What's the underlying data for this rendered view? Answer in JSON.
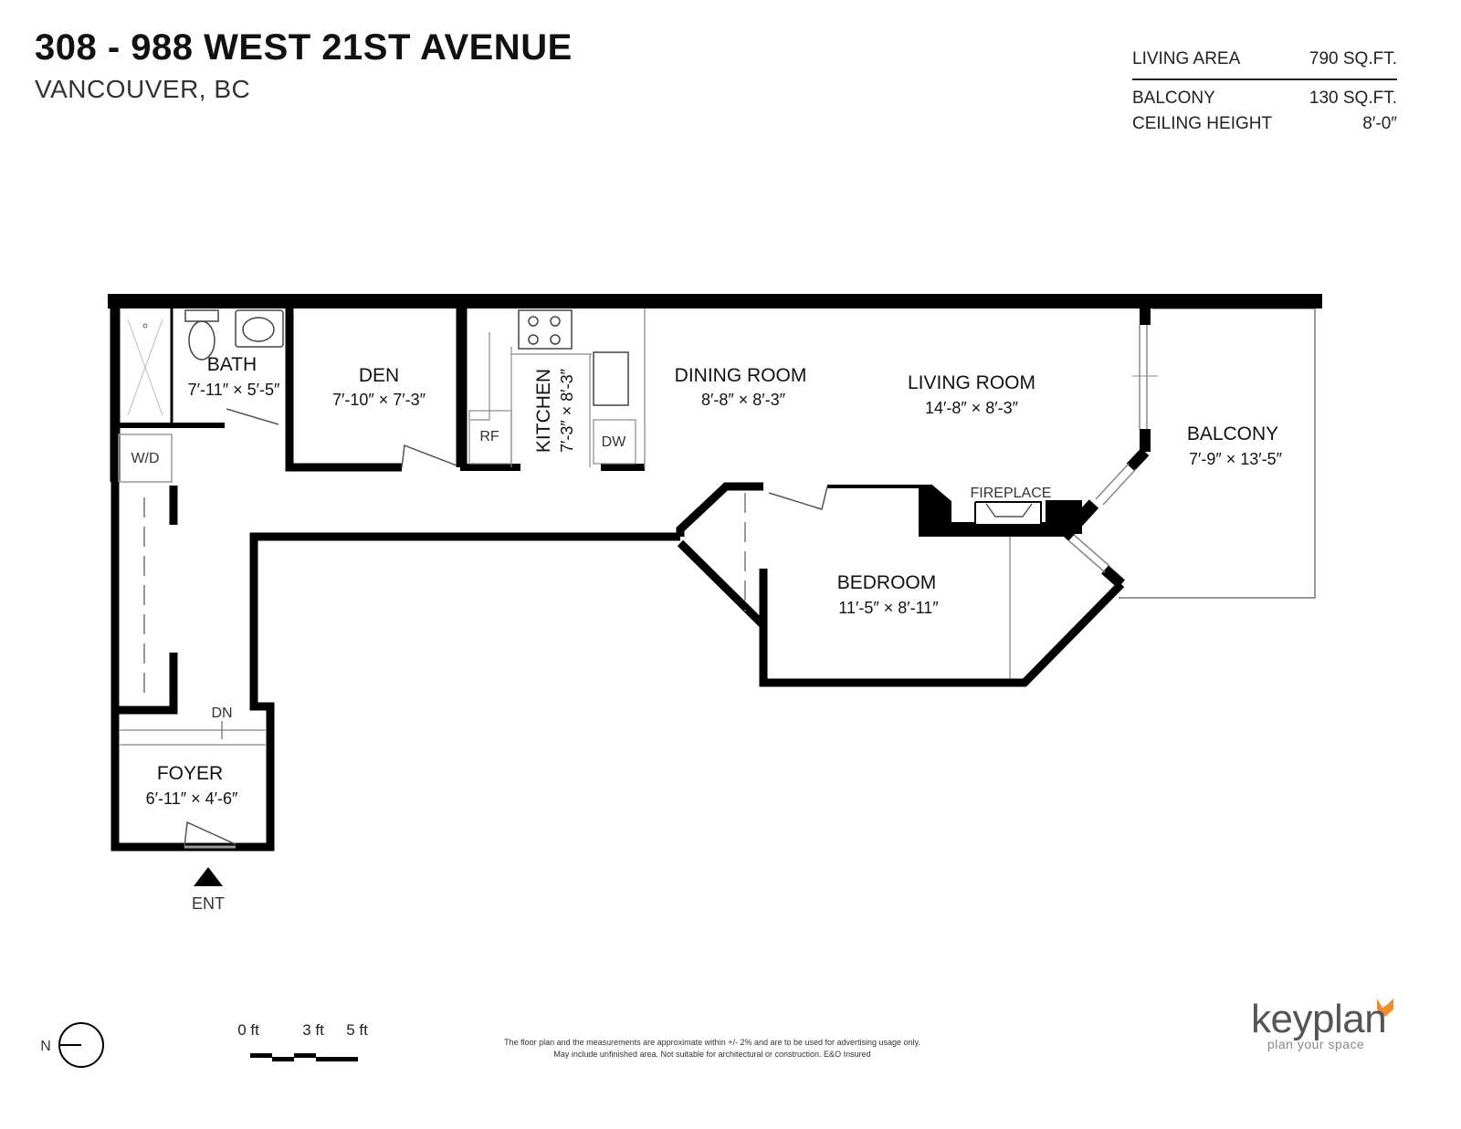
{
  "header": {
    "title": "308 - 988 WEST 21ST AVENUE",
    "subtitle": "VANCOUVER, BC"
  },
  "stats": [
    {
      "label": "LIVING AREA",
      "value": "790 SQ.FT."
    },
    {
      "label": "BALCONY",
      "value": "130 SQ.FT."
    },
    {
      "label": "CEILING HEIGHT",
      "value": "8′-0″"
    }
  ],
  "rooms": {
    "bath": {
      "name": "BATH",
      "dims": "7′-11″ × 5′-5″"
    },
    "den": {
      "name": "DEN",
      "dims": "7′-10″  ×  7′-3″"
    },
    "kitchen": {
      "name": "KITCHEN",
      "dims": "7′-3″ × 8′-3″"
    },
    "dining": {
      "name": "DINING ROOM",
      "dims": "8′-8″  ×  8′-3″"
    },
    "living": {
      "name": "LIVING ROOM",
      "dims": "14′-8″  ×  8′-3″"
    },
    "balcony": {
      "name": "BALCONY",
      "dims": "7′-9″  ×  13′-5″"
    },
    "bedroom": {
      "name": "BEDROOM",
      "dims": "11′-5″  ×  8′-11″"
    },
    "foyer": {
      "name": "FOYER",
      "dims": "6′-11″  ×  4′-6″"
    }
  },
  "labels": {
    "wd": "W/D",
    "rf": "RF",
    "dw": "DW",
    "fireplace": "FIREPLACE",
    "dn": "DN",
    "ent": "ENT",
    "north": "N"
  },
  "scale": {
    "ticks": [
      "0 ft",
      "3 ft",
      "5 ft"
    ]
  },
  "disclaimer": {
    "line1": "The floor plan and the measurements are approximate within +/- 2% and are to be used for advertising usage only.",
    "line2": "May include unfinished area. Not suitable for architectural or construction. E&O Insured"
  },
  "brand": {
    "name": "keyplan",
    "tagline": "plan your space",
    "accent": "#f28c28"
  }
}
